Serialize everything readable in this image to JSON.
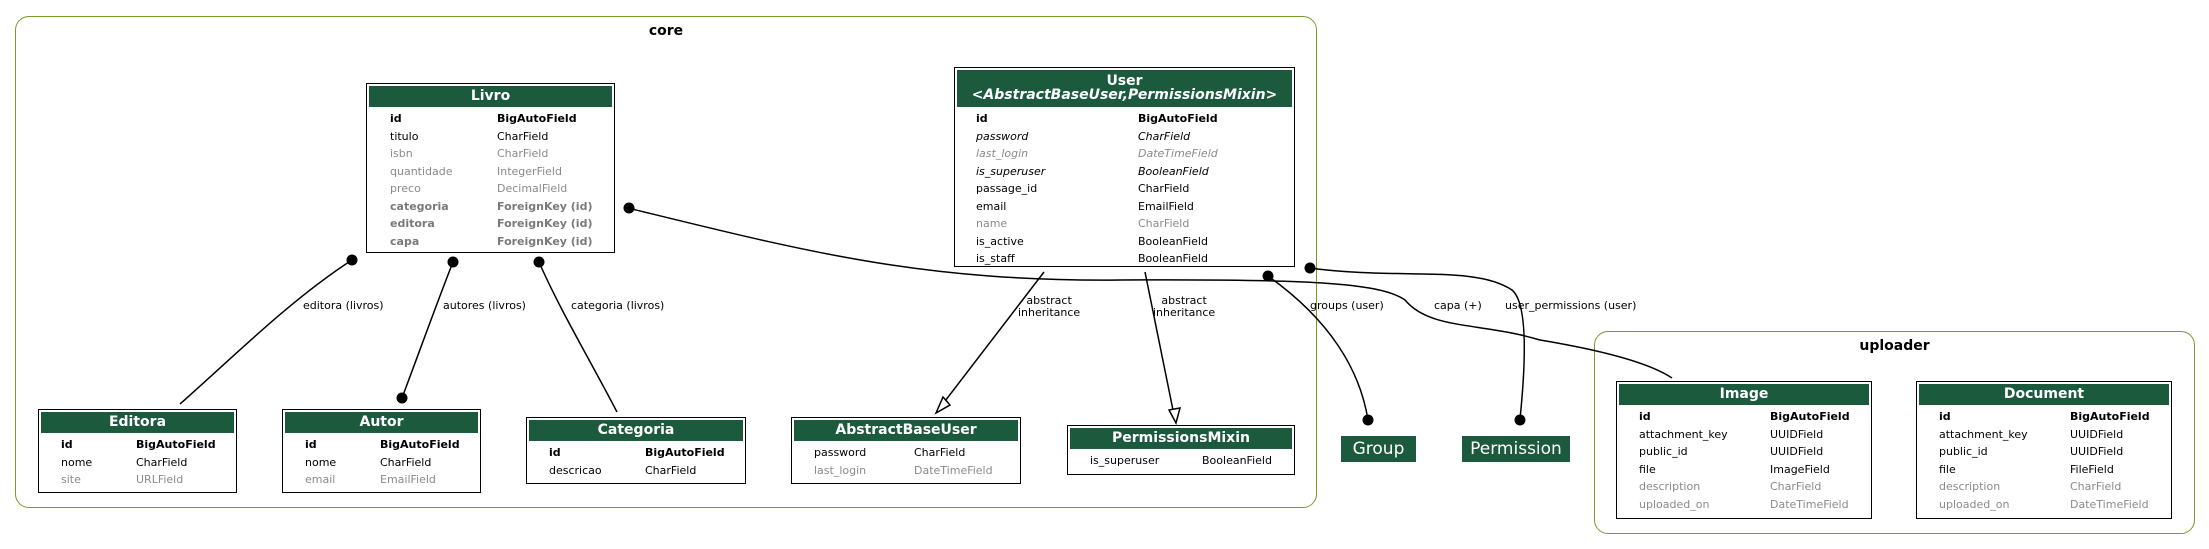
{
  "clusters": {
    "core": "core",
    "uploader": "uploader"
  },
  "models": {
    "livro": {
      "title": "Livro",
      "fields": [
        {
          "name": "id",
          "type": "BigAutoField",
          "style": "pk"
        },
        {
          "name": "titulo",
          "type": "CharField",
          "style": "normal"
        },
        {
          "name": "isbn",
          "type": "CharField",
          "style": "opt"
        },
        {
          "name": "quantidade",
          "type": "IntegerField",
          "style": "opt"
        },
        {
          "name": "preco",
          "type": "DecimalField",
          "style": "opt"
        },
        {
          "name": "categoria",
          "type": "ForeignKey (id)",
          "style": "fk"
        },
        {
          "name": "editora",
          "type": "ForeignKey (id)",
          "style": "fk"
        },
        {
          "name": "capa",
          "type": "ForeignKey (id)",
          "style": "fk"
        }
      ]
    },
    "user": {
      "title": "User",
      "subtitle": "<AbstractBaseUser,PermissionsMixin>",
      "fields": [
        {
          "name": "id",
          "type": "BigAutoField",
          "style": "pk"
        },
        {
          "name": "password",
          "type": "CharField",
          "style": "it"
        },
        {
          "name": "last_login",
          "type": "DateTimeField",
          "style": "opt it"
        },
        {
          "name": "is_superuser",
          "type": "BooleanField",
          "style": "it"
        },
        {
          "name": "passage_id",
          "type": "CharField",
          "style": "normal"
        },
        {
          "name": "email",
          "type": "EmailField",
          "style": "normal"
        },
        {
          "name": "name",
          "type": "CharField",
          "style": "opt"
        },
        {
          "name": "is_active",
          "type": "BooleanField",
          "style": "normal"
        },
        {
          "name": "is_staff",
          "type": "BooleanField",
          "style": "normal"
        }
      ]
    },
    "editora": {
      "title": "Editora",
      "fields": [
        {
          "name": "id",
          "type": "BigAutoField",
          "style": "pk"
        },
        {
          "name": "nome",
          "type": "CharField",
          "style": "normal"
        },
        {
          "name": "site",
          "type": "URLField",
          "style": "opt"
        }
      ]
    },
    "autor": {
      "title": "Autor",
      "fields": [
        {
          "name": "id",
          "type": "BigAutoField",
          "style": "pk"
        },
        {
          "name": "nome",
          "type": "CharField",
          "style": "normal"
        },
        {
          "name": "email",
          "type": "EmailField",
          "style": "opt"
        }
      ]
    },
    "categoria": {
      "title": "Categoria",
      "fields": [
        {
          "name": "id",
          "type": "BigAutoField",
          "style": "pk"
        },
        {
          "name": "descricao",
          "type": "CharField",
          "style": "normal"
        }
      ]
    },
    "abstractbaseuser": {
      "title": "AbstractBaseUser",
      "fields": [
        {
          "name": "password",
          "type": "CharField",
          "style": "normal"
        },
        {
          "name": "last_login",
          "type": "DateTimeField",
          "style": "opt"
        }
      ]
    },
    "permissionsmixin": {
      "title": "PermissionsMixin",
      "fields": [
        {
          "name": "is_superuser",
          "type": "BooleanField",
          "style": "normal"
        }
      ]
    },
    "image": {
      "title": "Image",
      "fields": [
        {
          "name": "id",
          "type": "BigAutoField",
          "style": "pk"
        },
        {
          "name": "attachment_key",
          "type": "UUIDField",
          "style": "normal"
        },
        {
          "name": "public_id",
          "type": "UUIDField",
          "style": "normal"
        },
        {
          "name": "file",
          "type": "ImageField",
          "style": "normal"
        },
        {
          "name": "description",
          "type": "CharField",
          "style": "opt"
        },
        {
          "name": "uploaded_on",
          "type": "DateTimeField",
          "style": "opt"
        }
      ]
    },
    "document": {
      "title": "Document",
      "fields": [
        {
          "name": "id",
          "type": "BigAutoField",
          "style": "pk"
        },
        {
          "name": "attachment_key",
          "type": "UUIDField",
          "style": "normal"
        },
        {
          "name": "public_id",
          "type": "UUIDField",
          "style": "normal"
        },
        {
          "name": "file",
          "type": "FileField",
          "style": "normal"
        },
        {
          "name": "description",
          "type": "CharField",
          "style": "opt"
        },
        {
          "name": "uploaded_on",
          "type": "DateTimeField",
          "style": "opt"
        }
      ]
    }
  },
  "external_nodes": {
    "group": "Group",
    "permission": "Permission"
  },
  "edge_labels": {
    "editora": "editora (livros)",
    "autores": "autores (livros)",
    "categoria": "categoria (livros)",
    "abstract1_line1": "abstract",
    "abstract1_line2": "inheritance",
    "abstract2_line1": "abstract",
    "abstract2_line2": "inheritance",
    "groups": "groups (user)",
    "capa": "capa (+)",
    "user_permissions": "user_permissions (user)"
  },
  "colors": {
    "header": "#1c5a3e",
    "cluster_border": "#7a9a2e"
  }
}
